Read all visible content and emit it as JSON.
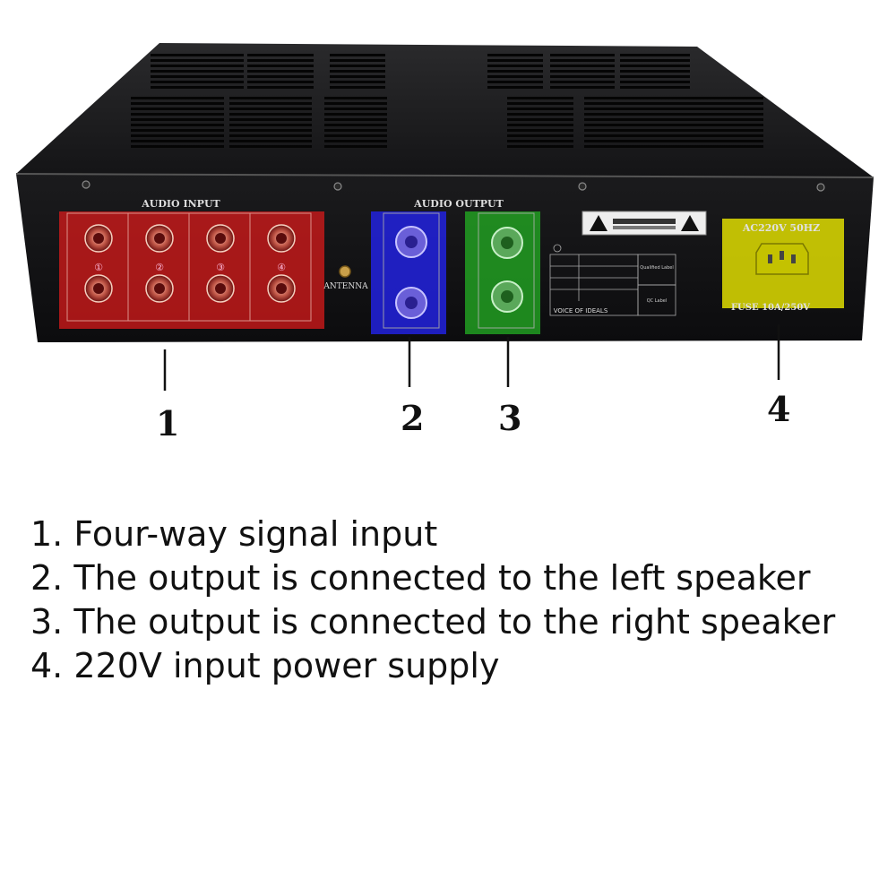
{
  "panel": {
    "audio_input_label": "AUDIO INPUT",
    "audio_output_label": "AUDIO OUTPUT",
    "antenna_label": "ANTENNA",
    "input_channels": [
      "①",
      "②",
      "③",
      "④"
    ],
    "power_label_top": "AC220V 50HZ",
    "power_label_bottom": "FUSE 10A/250V",
    "brand_text": "VOICE OF IDEALS",
    "qualified_label": "Qualified Label",
    "qc_label": "QC Label"
  },
  "highlights": {
    "input_color": "#e01b1b",
    "left_output_color": "#2020e0",
    "right_output_color": "#22aa22",
    "power_color": "#e8e000"
  },
  "callouts": [
    "1",
    "2",
    "3",
    "4"
  ],
  "captions": [
    "1. Four-way signal input",
    "2. The output is connected to the left speaker",
    "3. The output is connected to the right speaker",
    "4. 220V input power supply"
  ]
}
